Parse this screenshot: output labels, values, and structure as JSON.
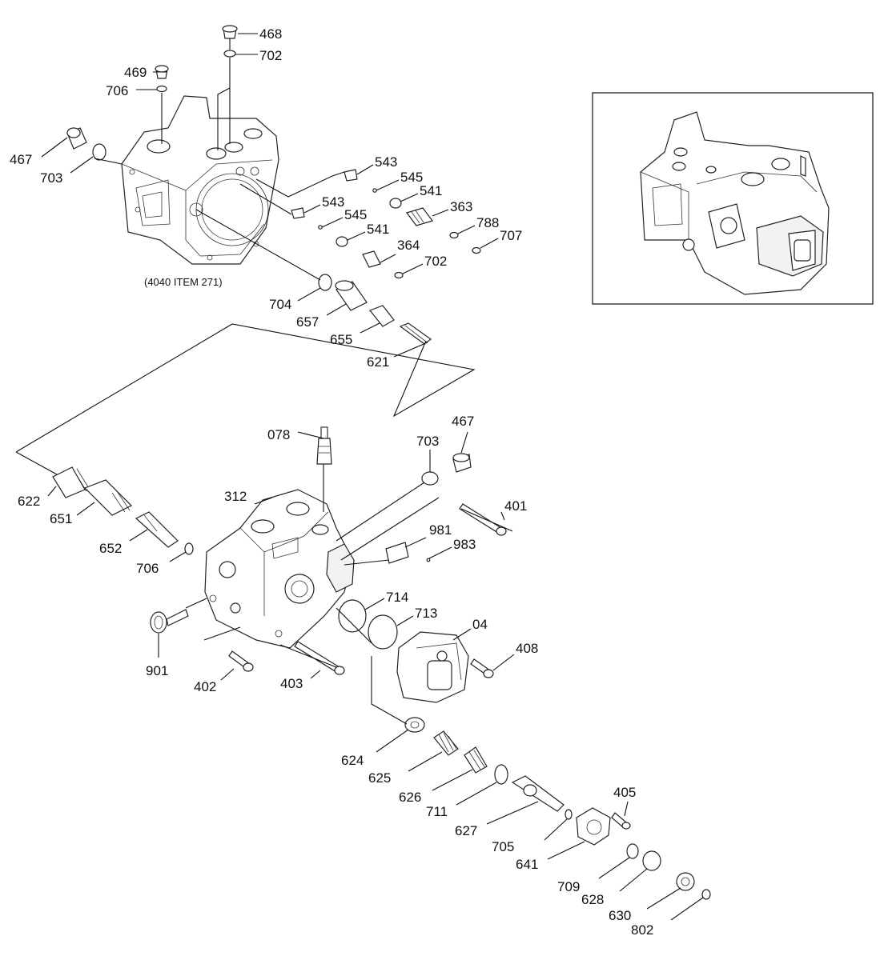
{
  "diagram": {
    "note": "(4040 ITEM 271)",
    "labels": {
      "p468": "468",
      "p702a": "702",
      "p469": "469",
      "p706a": "706",
      "p467a": "467",
      "p703a": "703",
      "p543a": "543",
      "p545a": "545",
      "p541a": "541",
      "p363": "363",
      "p543b": "543",
      "p545b": "545",
      "p788": "788",
      "p541b": "541",
      "p707": "707",
      "p364": "364",
      "p702b": "702",
      "p704": "704",
      "p657": "657",
      "p655": "655",
      "p621": "621",
      "p078": "078",
      "p703b": "703",
      "p467b": "467",
      "p622": "622",
      "p651": "651",
      "p312": "312",
      "p401": "401",
      "p652": "652",
      "p981": "981",
      "p983": "983",
      "p706b": "706",
      "p714": "714",
      "p713": "713",
      "p04": "04",
      "p408": "408",
      "p901": "901",
      "p402": "402",
      "p403": "403",
      "p624": "624",
      "p625": "625",
      "p626": "626",
      "p711": "711",
      "p627": "627",
      "p405": "405",
      "p705": "705",
      "p641": "641",
      "p709": "709",
      "p628": "628",
      "p630": "630",
      "p802": "802"
    }
  }
}
